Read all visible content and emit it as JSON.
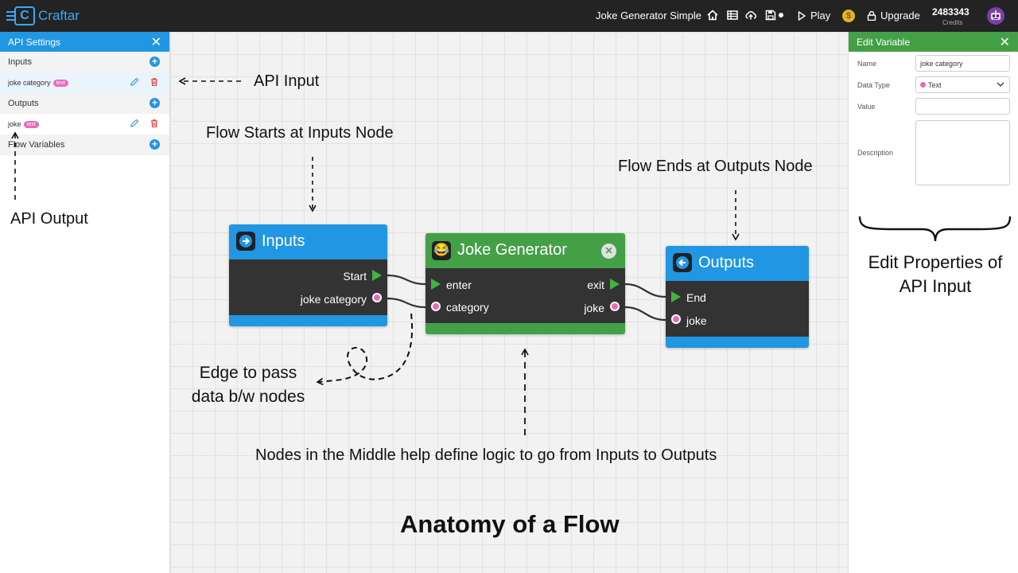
{
  "topbar": {
    "logo_letter": "C",
    "logo_text": "Craftar",
    "flow_title": "Joke Generator Simple",
    "play_label": "Play",
    "coin_symbol": "$",
    "upgrade_label": "Upgrade",
    "credits_value": "2483343",
    "credits_label": "Credits",
    "icons": [
      "home-icon",
      "list-icon",
      "cloud-upload-icon",
      "save-icon",
      "unsaved-dot-icon",
      "play-icon",
      "coin-icon",
      "lock-icon",
      "avatar-icon"
    ]
  },
  "left_panel": {
    "title": "API Settings",
    "close_symbol": "✕",
    "inputs_label": "Inputs",
    "outputs_label": "Outputs",
    "flow_variables_label": "Flow Variables",
    "input_items": [
      {
        "name": "joke category",
        "type": "text"
      }
    ],
    "output_items": [
      {
        "name": "joke",
        "type": "text"
      }
    ],
    "plus_symbol": "+"
  },
  "right_panel": {
    "title": "Edit Variable",
    "close_symbol": "✕",
    "name_label": "Name",
    "name_value": "joke category",
    "data_type_label": "Data Type",
    "data_type_value": "Text",
    "value_label": "Value",
    "value_value": "",
    "description_label": "Description",
    "description_value": "",
    "annotation_line1": "Edit Properties of",
    "annotation_line2": "API Input"
  },
  "annotations": {
    "api_input": "API Input",
    "api_output": "API Output",
    "flow_starts": "Flow Starts at Inputs Node",
    "flow_ends": "Flow Ends at Outputs Node",
    "edge_line1": "Edge to pass",
    "edge_line2": "data b/w nodes",
    "middle_nodes": "Nodes in the Middle help define logic to go from Inputs to Outputs",
    "heading": "Anatomy of a Flow"
  },
  "nodes": {
    "inputs": {
      "title": "Inputs",
      "port_start": "Start",
      "port_category": "joke category",
      "color": "#2196e3"
    },
    "joke_generator": {
      "title": "Joke Generator",
      "emoji": "😂",
      "port_enter": "enter",
      "port_category": "category",
      "port_exit": "exit",
      "port_joke": "joke",
      "close_symbol": "✕",
      "color": "#43a047"
    },
    "outputs": {
      "title": "Outputs",
      "port_end": "End",
      "port_joke": "joke",
      "color": "#2196e3"
    }
  },
  "colors": {
    "blue": "#2196e3",
    "green": "#43a047",
    "pink": "#e86bb8",
    "dark": "#333333",
    "topbar": "#232323"
  }
}
